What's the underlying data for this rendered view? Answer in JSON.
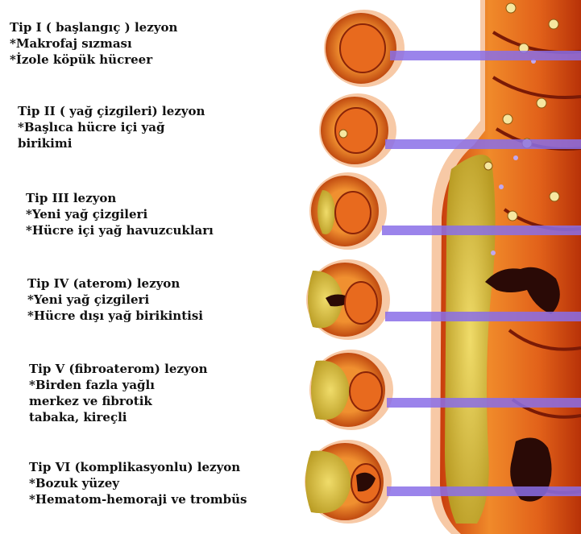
{
  "stages": [
    {
      "title": "Tip I ( başlangıç ) lezyon",
      "lines": [
        "*Makrofaj sızması",
        "*İzole köpük hücreer"
      ]
    },
    {
      "title": "Tip II ( yağ çizgileri) lezyon",
      "lines": [
        "*Başlıca hücre içi yağ",
        "birikimi"
      ]
    },
    {
      "title": "Tip III  lezyon",
      "lines": [
        "*Yeni yağ çizgileri",
        "*Hücre içi yağ havuzcukları"
      ]
    },
    {
      "title": "Tip IV (aterom) lezyon",
      "lines": [
        "*Yeni yağ çizgileri",
        "*Hücre dışı yağ birikintisi"
      ]
    },
    {
      "title": "Tip V (fibroaterom) lezyon",
      "lines": [
        "*Birden fazla yağlı",
        "merkez ve fibrotik",
        "tabaka, kireçli"
      ]
    },
    {
      "title": "Tip VI (komplikasyonlu) lezyon",
      "lines": [
        "*Bozuk yüzey",
        "*Hematom-hemoraji ve trombüs"
      ]
    }
  ],
  "colors": {
    "vessel_outer": "#d9541a",
    "vessel_wall": "#f08a2a",
    "lumen": "#e86a1e",
    "adventitia": "#f7c9a6",
    "plaque": "#d8c04a",
    "plaque_dark": "#a88a1c",
    "clot": "#2a0a06",
    "connector": "#8a6ee8"
  }
}
